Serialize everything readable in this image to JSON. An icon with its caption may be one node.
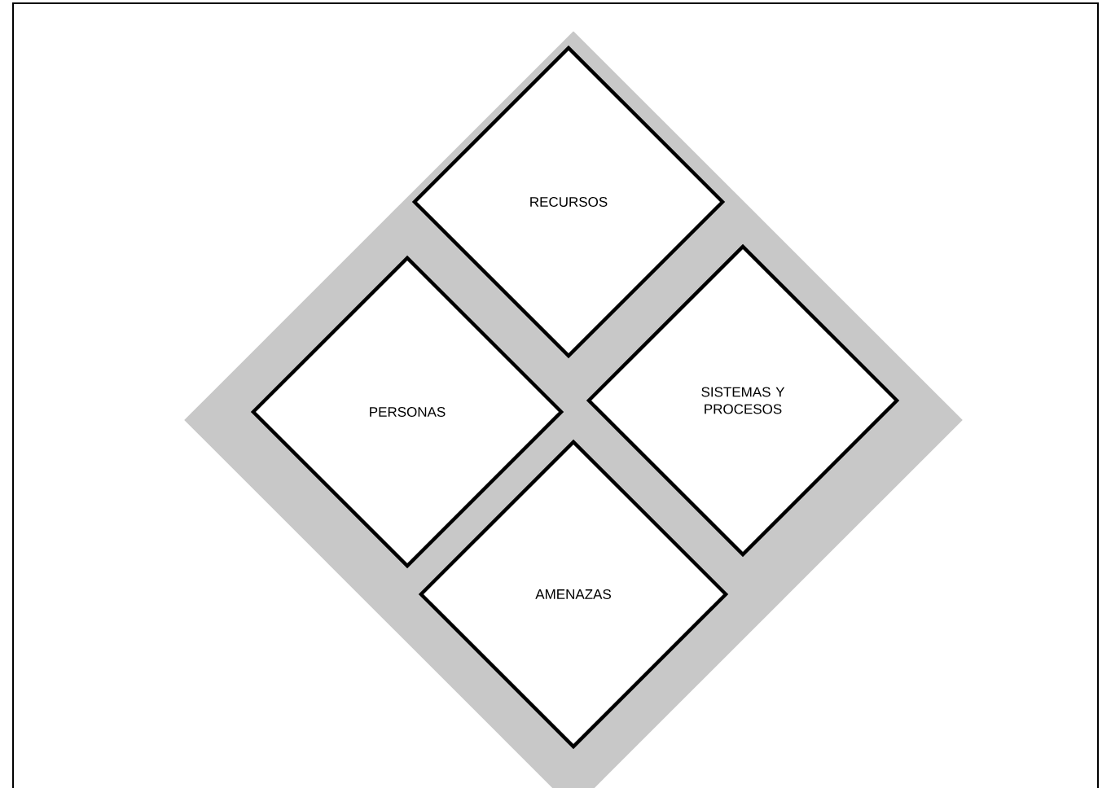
{
  "diagram": {
    "nodes": [
      {
        "text": [],
        "shape": "diamond"
      },
      {
        "text": [
          "RECURSOS"
        ],
        "in": 0
      },
      {
        "text": [
          "PERSONAS"
        ],
        "in": 0
      },
      {
        "text": [
          "SISTEMAS Y PROCESOS"
        ],
        "in": 0
      },
      {
        "text": [
          "AMENAZAS"
        ],
        "in": 0
      }
    ]
  }
}
